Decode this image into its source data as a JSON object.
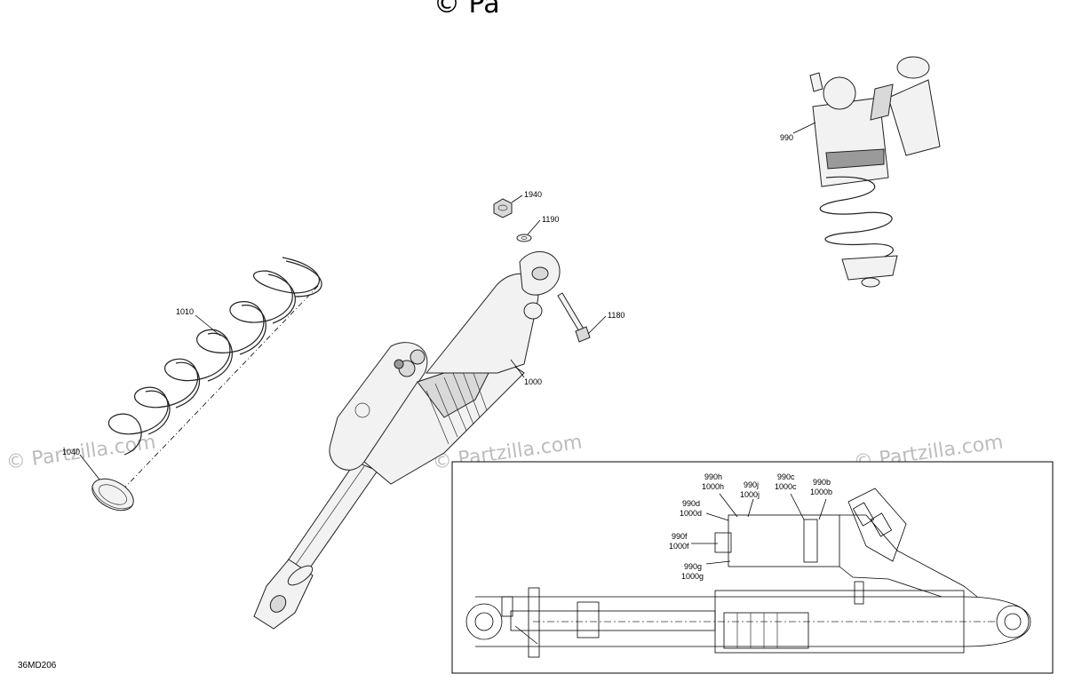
{
  "watermark": {
    "top": "© Pa",
    "repeat": "© Partzilla.com"
  },
  "figure_code": "36MD206",
  "callouts": {
    "c1940": "1940",
    "c1190": "1190",
    "c1180": "1180",
    "c1000": "1000",
    "c1010": "1010",
    "c1040": "1040",
    "c990": "990"
  },
  "detail": {
    "l990h": "990h",
    "l1000h": "1000h",
    "l990j": "990j",
    "l1000j": "1000j",
    "l990c": "990c",
    "l1000c": "1000c",
    "l990b": "990b",
    "l1000b": "1000b",
    "l990d": "990d",
    "l1000d": "1000d",
    "l990f": "990f",
    "l1000f": "1000f",
    "l990g": "990g",
    "l1000g": "1000g"
  }
}
